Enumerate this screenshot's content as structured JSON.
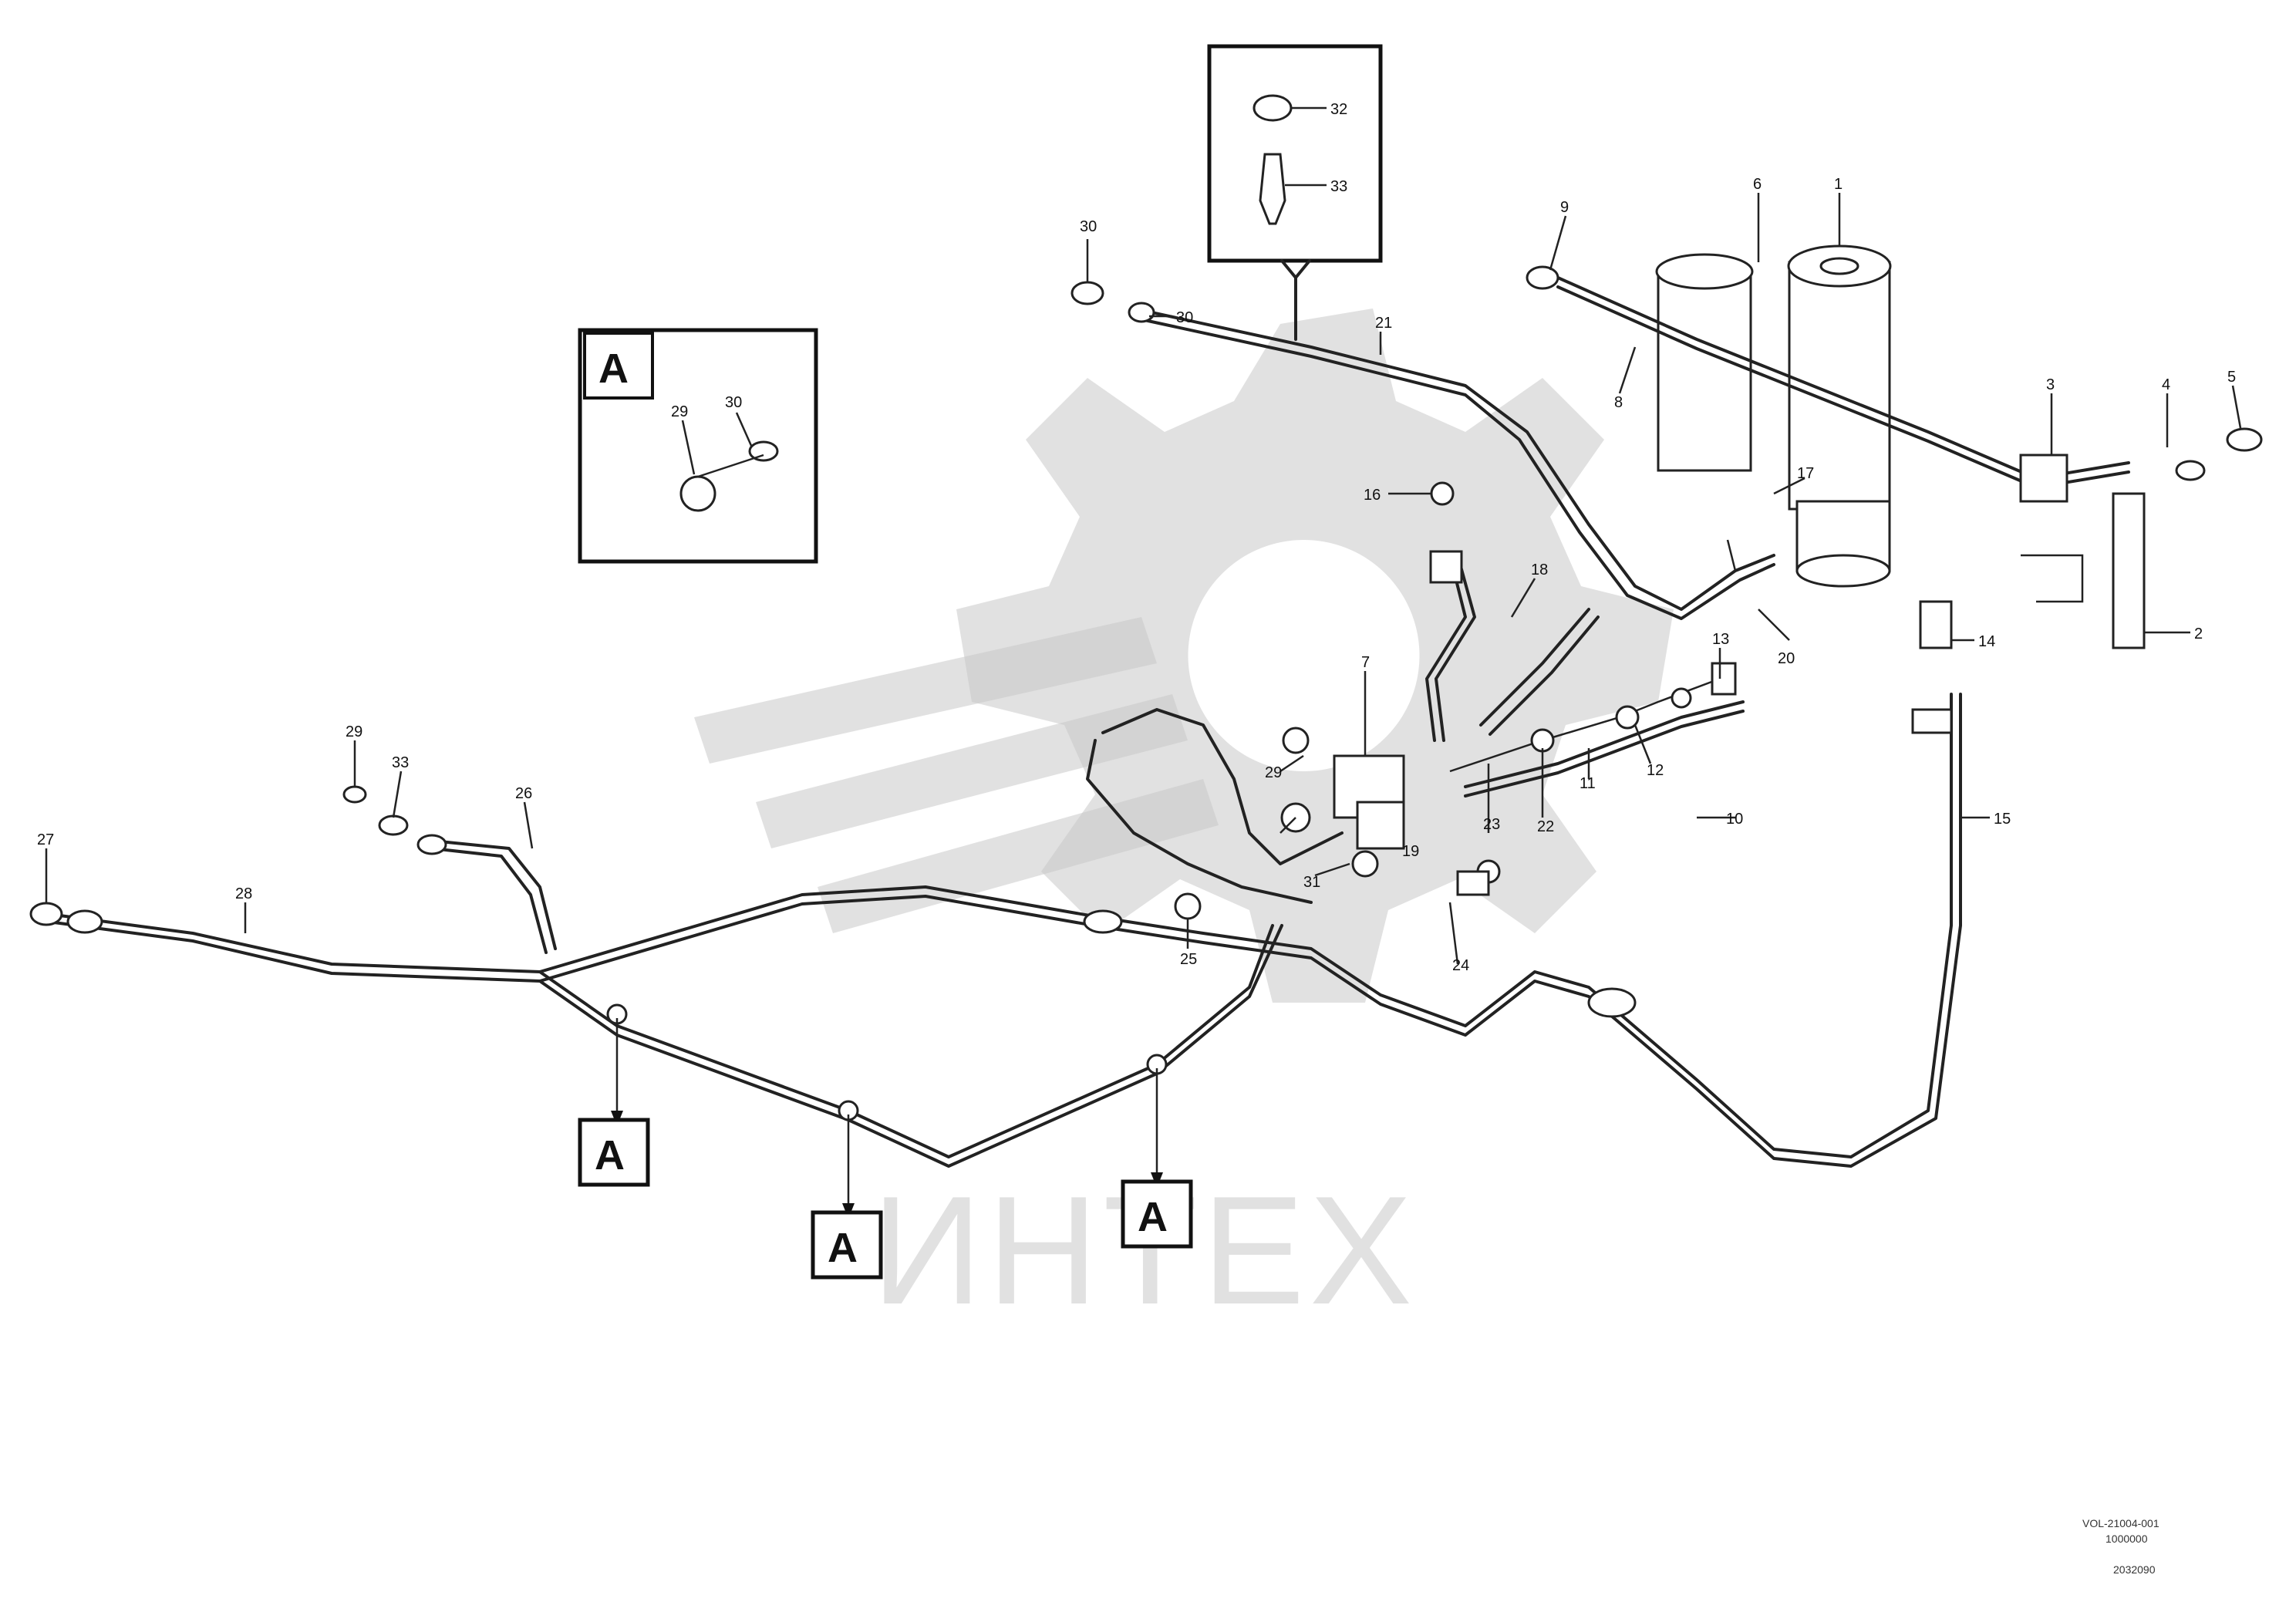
{
  "marker_letter": "A",
  "callouts": {
    "c1": "1",
    "c2": "2",
    "c3": "3",
    "c4": "4",
    "c5": "5",
    "c6": "6",
    "c7": "7",
    "c8": "8",
    "c9": "9",
    "c10": "10",
    "c11": "11",
    "c12": "12",
    "c13": "13",
    "c14": "14",
    "c15": "15",
    "c16": "16",
    "c17": "17",
    "c18": "18",
    "c19": "19",
    "c20": "20",
    "c21": "21",
    "c22": "22",
    "c23": "23",
    "c24": "24",
    "c25": "25",
    "c26": "26",
    "c27": "27",
    "c28": "28",
    "c29": "29",
    "c30": "30",
    "c31": "31",
    "c32": "32",
    "c33": "33"
  },
  "watermark": {
    "text": "ИНТЕХ"
  },
  "drawing_ref": {
    "line1": "VOL-21004-001",
    "line2": "1000000",
    "code": "2032090"
  }
}
